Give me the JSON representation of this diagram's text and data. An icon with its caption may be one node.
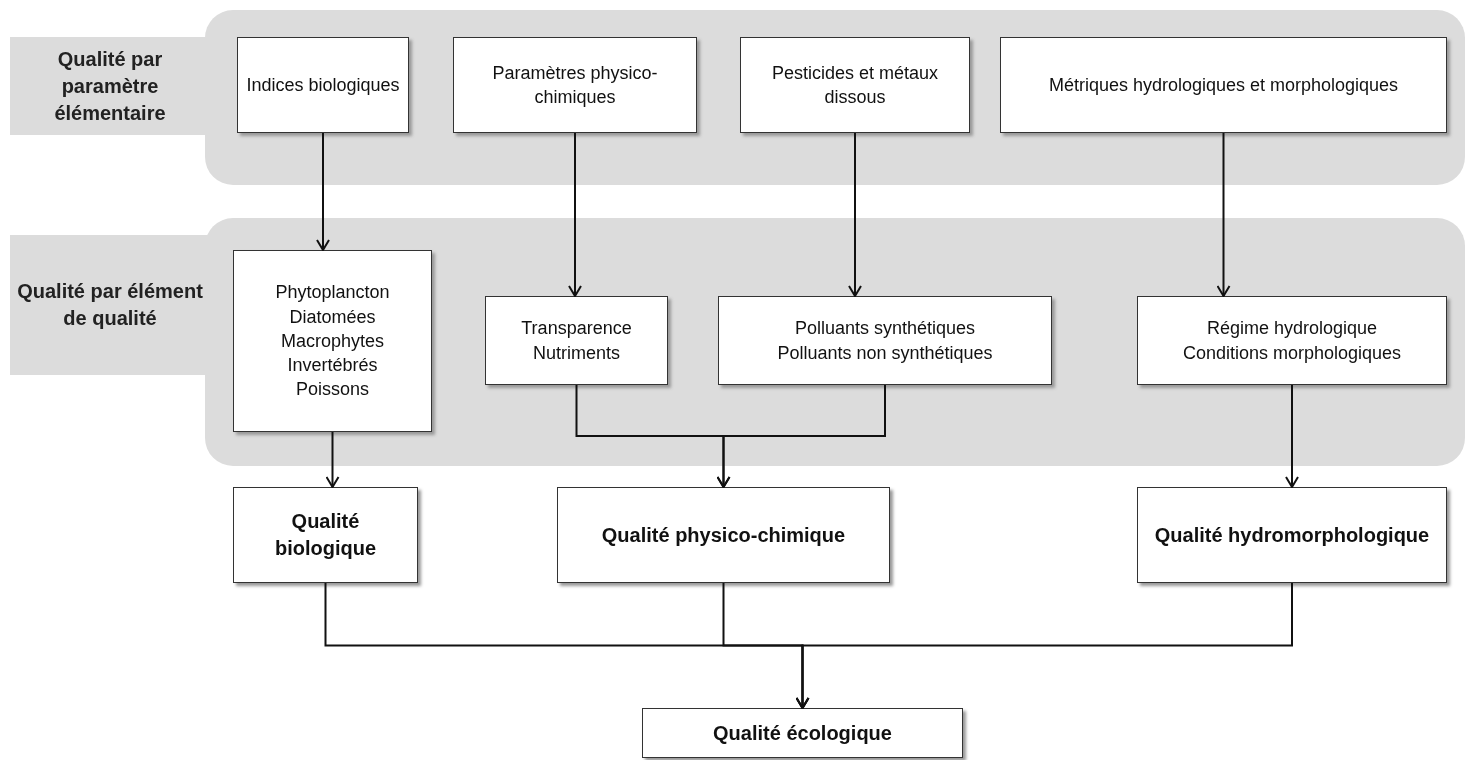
{
  "diagram": {
    "nodes": [
      {
        "text": [
          "Qualité par paramètre élémentaire"
        ]
      },
      {
        "text": [
          "Indices biologiques"
        ],
        "in": 0
      },
      {
        "text": [
          "Paramètres physico-chimiques"
        ],
        "in": 0
      },
      {
        "text": [
          "Pesticides et métaux dissous"
        ],
        "in": 0
      },
      {
        "text": [
          "Métriques hydrologiques et morphologiques"
        ],
        "in": 0
      },
      {
        "text": [
          "Qualité par élément de qualité"
        ]
      },
      {
        "text": [
          "Phytoplancton",
          "Diatomées",
          "Macrophytes",
          "Invertébrés",
          "Poissons"
        ],
        "in": 5
      },
      {
        "text": [
          "Transparence",
          "Nutriments"
        ],
        "in": 5
      },
      {
        "text": [
          "Polluants synthétiques",
          "Polluants non synthétiques"
        ],
        "in": 5
      },
      {
        "text": [
          "Régime hydrologique",
          "Conditions morphologiques"
        ],
        "in": 5
      },
      {
        "text": [
          "Qualité biologique"
        ]
      },
      {
        "text": [
          "Qualité physico-chimique"
        ]
      },
      {
        "text": [
          "Qualité hydromorphologique"
        ]
      },
      {
        "text": [
          "Qualité écologique"
        ]
      }
    ],
    "edges": [
      {
        "from": 1,
        "to": 6,
        "arrow": "to"
      },
      {
        "from": 2,
        "to": 7,
        "arrow": "to"
      },
      {
        "from": 3,
        "to": 8,
        "arrow": "to"
      },
      {
        "from": 4,
        "to": 9,
        "arrow": "to"
      },
      {
        "from": 6,
        "to": 10,
        "arrow": "to"
      },
      {
        "from": 7,
        "to": 11,
        "arrow": "to"
      },
      {
        "from": 8,
        "to": 11,
        "arrow": "to"
      },
      {
        "from": 9,
        "to": 12,
        "arrow": "to"
      },
      {
        "from": 10,
        "to": 13,
        "arrow": "to"
      },
      {
        "from": 11,
        "to": 13,
        "arrow": "to"
      },
      {
        "from": 12,
        "to": 13,
        "arrow": "to"
      }
    ]
  }
}
